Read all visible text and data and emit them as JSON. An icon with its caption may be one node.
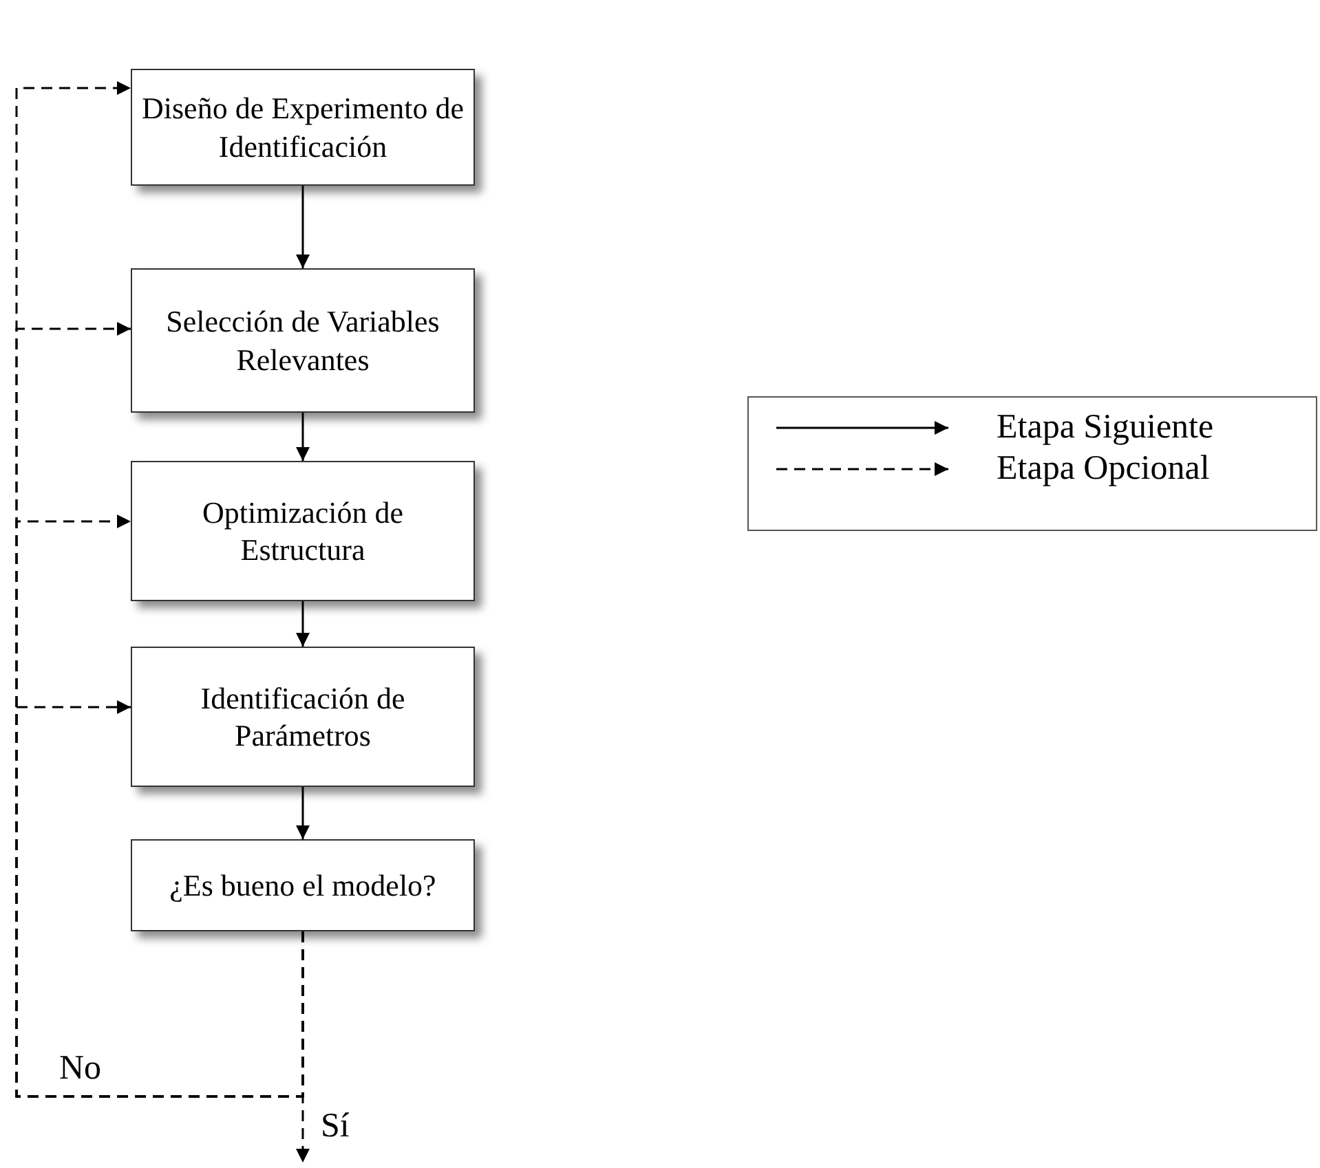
{
  "diagram": {
    "nodes": [
      {
        "text": [
          "Diseño de Experimento de Identificación"
        ]
      },
      {
        "text": [
          "Selección de Variables Relevantes"
        ]
      },
      {
        "text": [
          "Optimización de Estructura"
        ]
      },
      {
        "text": [
          "Identificación de Parámetros"
        ]
      },
      {
        "text": [
          "¿Es bueno el modelo?"
        ]
      }
    ],
    "edges": [
      {
        "from": 0,
        "to": 1,
        "arrow": "to"
      },
      {
        "from": 1,
        "to": 2,
        "arrow": "to"
      },
      {
        "from": 2,
        "to": 3,
        "arrow": "to"
      },
      {
        "from": 3,
        "to": 4,
        "arrow": "to"
      },
      {
        "from": 4,
        "to": 0,
        "arrow": "to",
        "style": "dashed",
        "label": "No"
      },
      {
        "from": 4,
        "to": 1,
        "arrow": "to",
        "style": "dashed"
      },
      {
        "from": 4,
        "to": 2,
        "arrow": "to",
        "style": "dashed"
      },
      {
        "from": 4,
        "to": 3,
        "arrow": "to",
        "style": "dashed"
      },
      {
        "from": 4,
        "to": null,
        "arrow": "to",
        "style": "dashed",
        "label": "Sí"
      }
    ],
    "legend": [
      {
        "text": "Etapa Siguiente"
      },
      {
        "text": "Etapa Opcional"
      }
    ]
  }
}
